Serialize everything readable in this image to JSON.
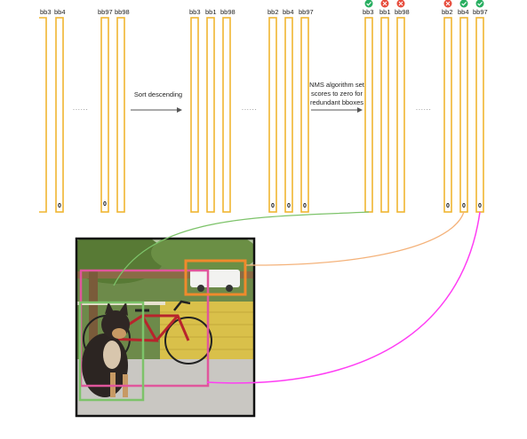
{
  "groups": [
    {
      "labels": [
        "bb3",
        "bb4"
      ],
      "zeros": [
        "",
        "0"
      ],
      "marks": []
    },
    {
      "labels": [
        "bb97",
        "bb98"
      ],
      "zeros": [
        "0",
        ""
      ],
      "marks": []
    },
    {
      "labels": [
        "bb3",
        "bb1",
        "bb98"
      ],
      "zeros": [
        "",
        "",
        ""
      ],
      "marks": []
    },
    {
      "labels": [
        "bb2",
        "bb4",
        "bb97"
      ],
      "zeros": [
        "0",
        "0",
        "0"
      ],
      "marks": []
    },
    {
      "labels": [
        "bb3",
        "bb1",
        "bb98"
      ],
      "zeros": [
        "",
        "",
        ""
      ],
      "marks": [
        "check",
        "cross",
        "cross"
      ]
    },
    {
      "labels": [
        "bb2",
        "bb4",
        "bb97"
      ],
      "zeros": [
        "0",
        "0",
        "0"
      ],
      "marks": [
        "cross",
        "check",
        "check"
      ]
    }
  ],
  "ellipsis": "......",
  "steps": {
    "sort": "Sort descending",
    "nms": [
      "NMS algorithm set",
      "scores to zero for",
      "redundant bboxes"
    ]
  },
  "colors": {
    "bar": "#f0b631",
    "check": "#27ae60",
    "cross": "#e74c3c",
    "green_box": "#7dc36a",
    "orange_box": "#f08a2c",
    "magenta_box": "#e0569c",
    "curve_green": "#7dc36a",
    "curve_orange": "#f4b27a",
    "curve_magenta": "#ff3df4"
  },
  "icons": {
    "check": "check-circle-icon",
    "cross": "cross-circle-icon"
  }
}
